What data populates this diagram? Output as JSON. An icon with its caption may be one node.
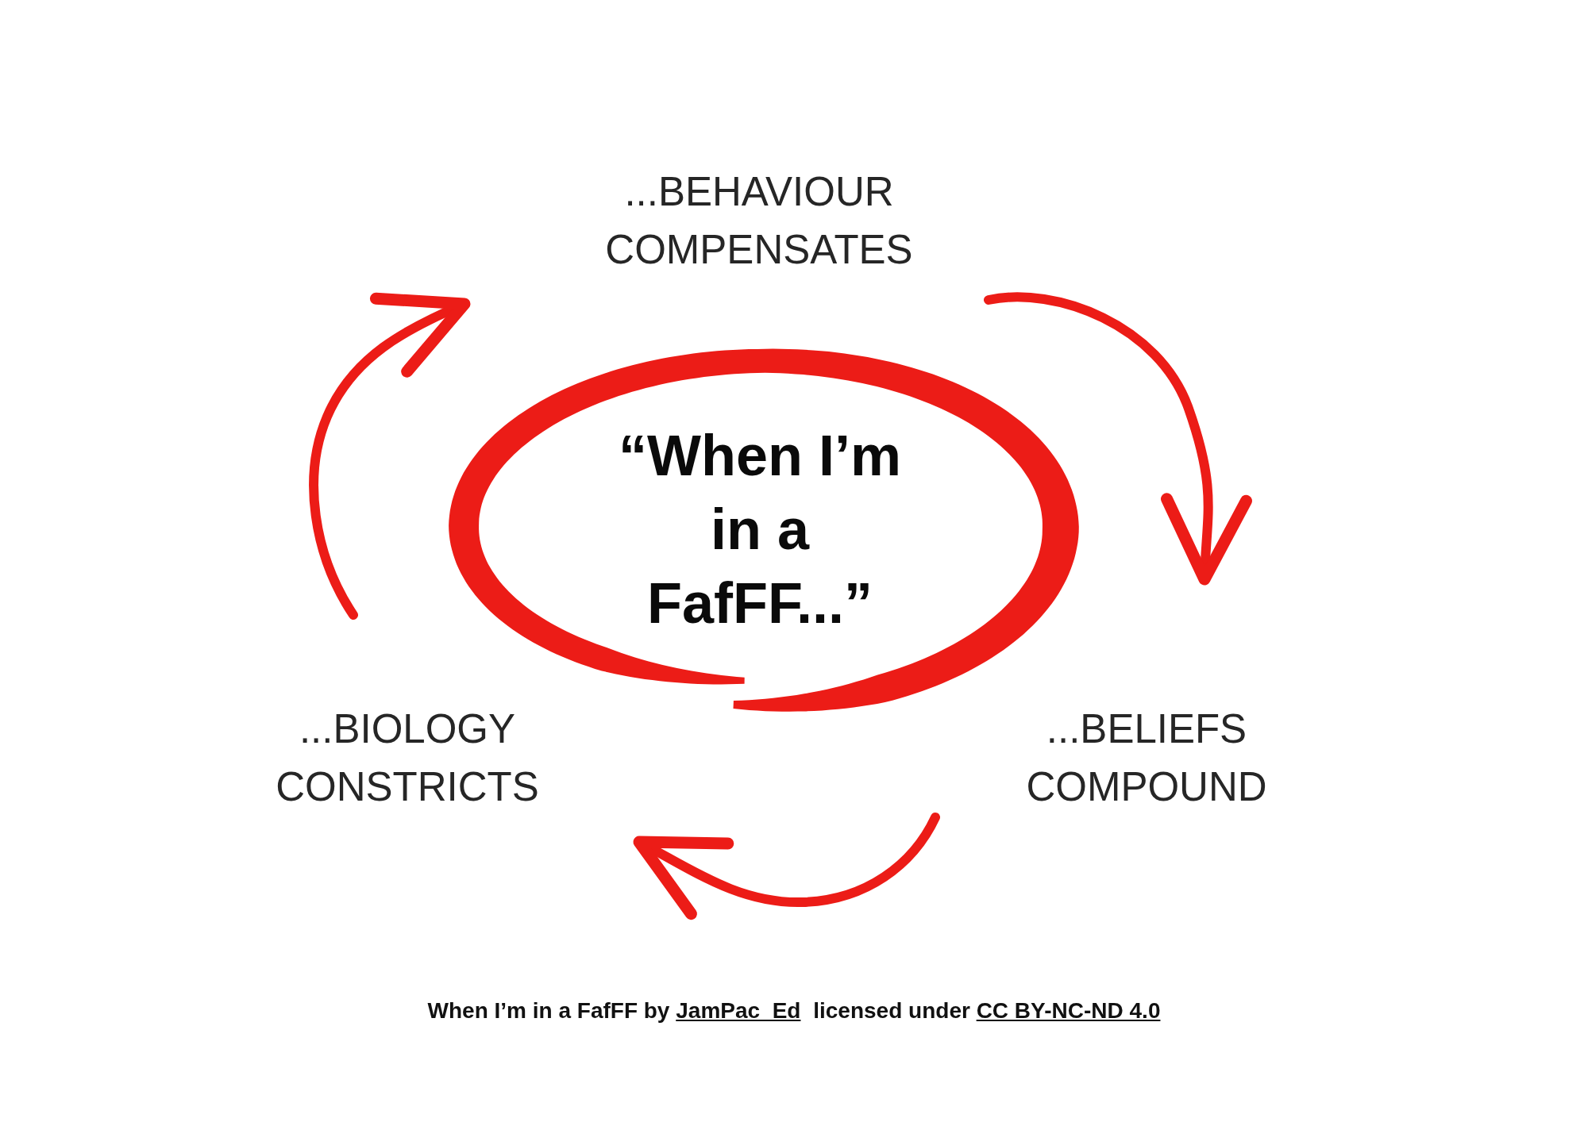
{
  "diagram": {
    "nodes": [
      {
        "text": [
          "...BEHAVIOUR COMPENSATES"
        ]
      },
      {
        "text": [
          "“When I’m in a FafFF...”"
        ]
      },
      {
        "text": [
          "...BIOLOGY CONSTRICTS"
        ]
      },
      {
        "text": [
          "...BELIEFS COMPOUND"
        ]
      }
    ],
    "edges": [
      {
        "from": 0,
        "to": 3,
        "arrow": "to"
      },
      {
        "from": 3,
        "to": 2,
        "arrow": "to"
      },
      {
        "from": 2,
        "to": 0,
        "arrow": "to"
      }
    ],
    "labels": [
      "When I’m in a FafFF by",
      "JamPac_Ed",
      "licensed under",
      "CC BY-NC-ND 4.0"
    ]
  }
}
